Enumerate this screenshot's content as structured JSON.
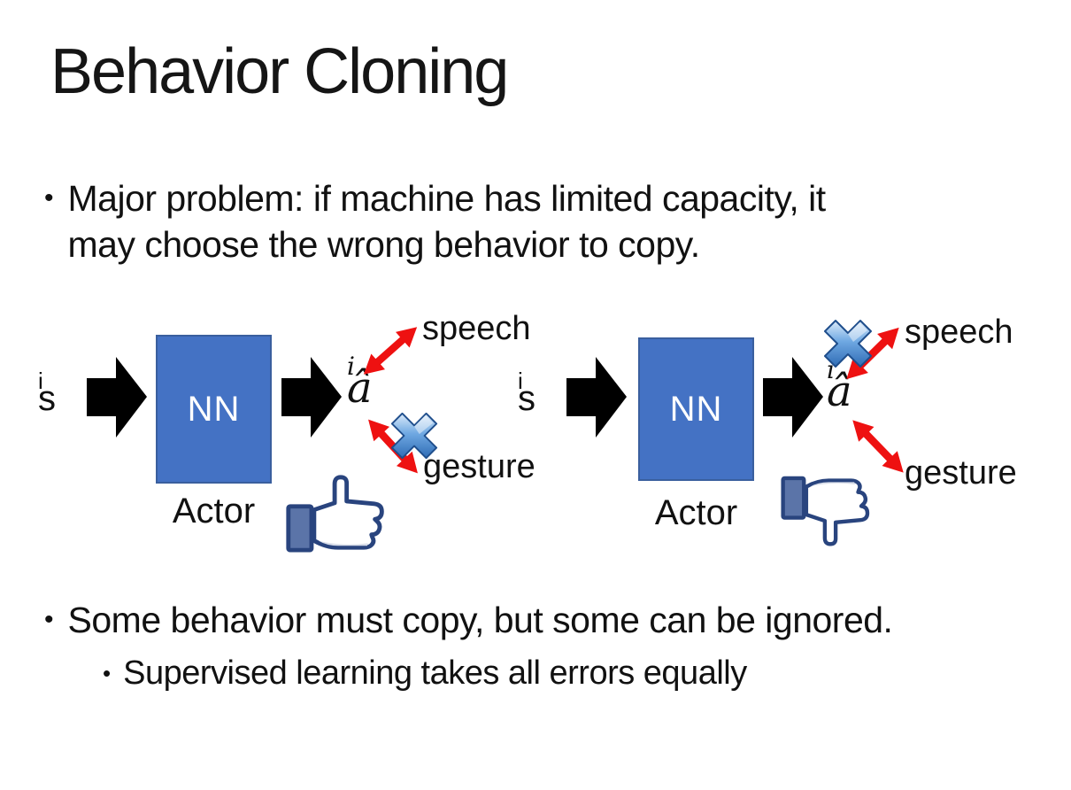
{
  "slide": {
    "title": "Behavior Cloning",
    "bullets": {
      "marker": "•",
      "main1_line1": "Major problem: if machine has limited capacity, it",
      "main1_line2": "may choose the wrong behavior to copy.",
      "main2": "Some behavior must copy, but some can be ignored.",
      "sub1": "Supervised learning takes all errors equally"
    }
  },
  "diagram": {
    "input_label": "s",
    "input_subscript": "i",
    "nn_label": "NN",
    "actor_label": "Actor",
    "output_label": "â",
    "output_subscript": "i",
    "speech_label": "speech",
    "gesture_label": "gesture",
    "left_crossed_out": "gesture",
    "right_crossed_out": "speech",
    "left_feedback_icon": "thumbs-up",
    "right_feedback_icon": "thumbs-down"
  },
  "colors": {
    "background": "#FFFFFF",
    "text": "#111111",
    "nn_box_fill": "#4472C4",
    "nn_box_border": "#3A5F9E",
    "nn_text": "#FFFFFF",
    "flow_arrow": "#000000",
    "relation_arrow": "#EE1111",
    "cross_light": "#DCEBFA",
    "cross_mid": "#6FA8E2",
    "cross_dark": "#2F6CB5",
    "thumb_outline": "#29447E",
    "thumb_cuff": "#5B74A8",
    "thumb_hand": "#FFFFFF"
  }
}
